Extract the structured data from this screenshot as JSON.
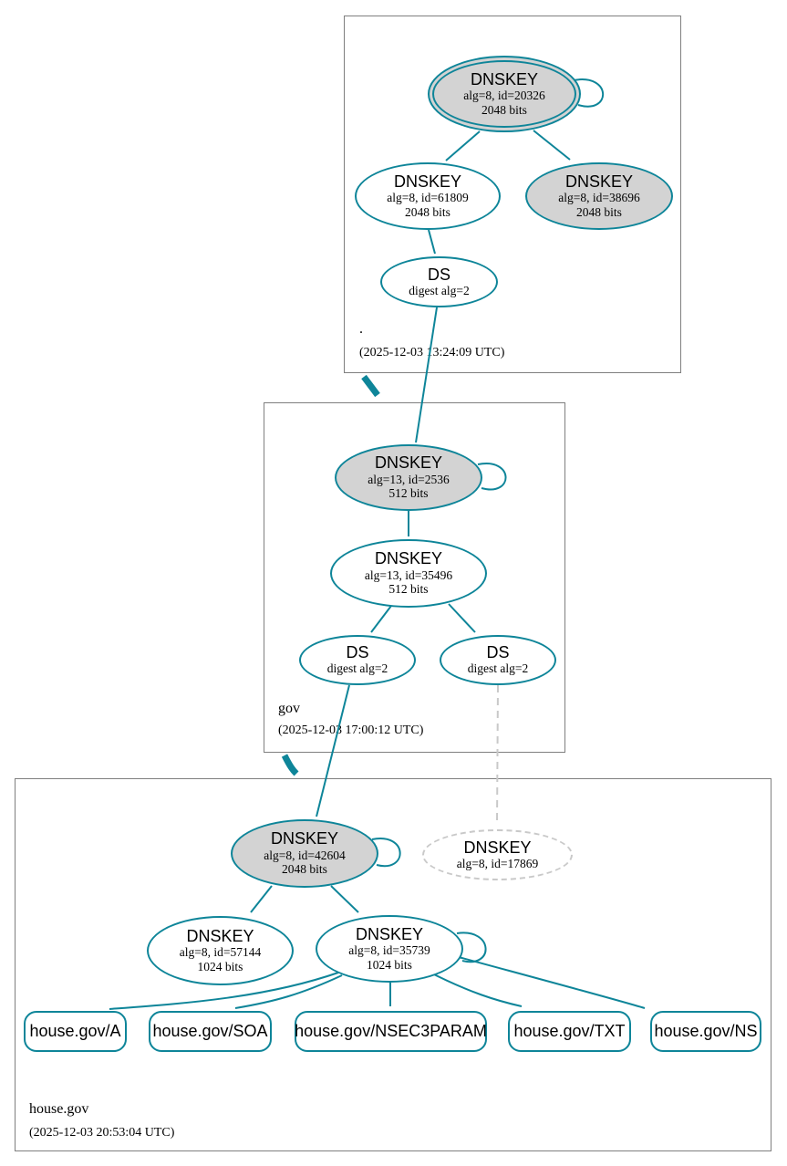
{
  "diagram": "DNSSEC authentication chain graph",
  "colors": {
    "secure_edge_and_node_border": "#0e8599",
    "key_node_fill_gray": "#d3d3d3",
    "missing_node_dashed_gray": "#c9c9c9",
    "zone_box_border": "#7f7f7f",
    "background": "#ffffff",
    "text": "#000000"
  },
  "zones": [
    {
      "name": ".",
      "timestamp": "(2025-12-03 13:24:09 UTC)",
      "nodes": {
        "ksk": {
          "title": "DNSKEY",
          "detail1": "alg=8, id=20326",
          "detail2": "2048 bits"
        },
        "zsk": {
          "title": "DNSKEY",
          "detail1": "alg=8, id=61809",
          "detail2": "2048 bits"
        },
        "standby": {
          "title": "DNSKEY",
          "detail1": "alg=8, id=38696",
          "detail2": "2048 bits"
        },
        "ds": {
          "title": "DS",
          "detail1": "digest alg=2"
        }
      }
    },
    {
      "name": "gov",
      "timestamp": "(2025-12-03 17:00:12 UTC)",
      "nodes": {
        "ksk": {
          "title": "DNSKEY",
          "detail1": "alg=13, id=2536",
          "detail2": "512 bits"
        },
        "zsk": {
          "title": "DNSKEY",
          "detail1": "alg=13, id=35496",
          "detail2": "512 bits"
        },
        "ds_left": {
          "title": "DS",
          "detail1": "digest alg=2"
        },
        "ds_right": {
          "title": "DS",
          "detail1": "digest alg=2"
        }
      }
    },
    {
      "name": "house.gov",
      "timestamp": "(2025-12-03 20:53:04 UTC)",
      "nodes": {
        "ksk": {
          "title": "DNSKEY",
          "detail1": "alg=8, id=42604",
          "detail2": "2048 bits"
        },
        "missing": {
          "title": "DNSKEY",
          "detail1": "alg=8, id=17869"
        },
        "zsk_left": {
          "title": "DNSKEY",
          "detail1": "alg=8, id=57144",
          "detail2": "1024 bits"
        },
        "zsk_right": {
          "title": "DNSKEY",
          "detail1": "alg=8, id=35739",
          "detail2": "1024 bits"
        }
      },
      "rrsets": [
        {
          "label": "house.gov/A"
        },
        {
          "label": "house.gov/SOA"
        },
        {
          "label": "house.gov/NSEC3PARAM"
        },
        {
          "label": "house.gov/TXT"
        },
        {
          "label": "house.gov/NS"
        }
      ]
    }
  ]
}
